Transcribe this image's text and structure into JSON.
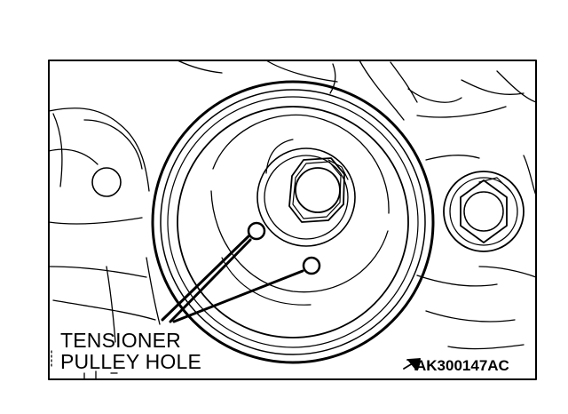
{
  "figure": {
    "code": "AK300147AC",
    "callout": {
      "line1": "TENSIONER",
      "line2": "PULLEY HOLE"
    }
  },
  "colors": {
    "ink": "#000000",
    "paper": "#ffffff"
  }
}
